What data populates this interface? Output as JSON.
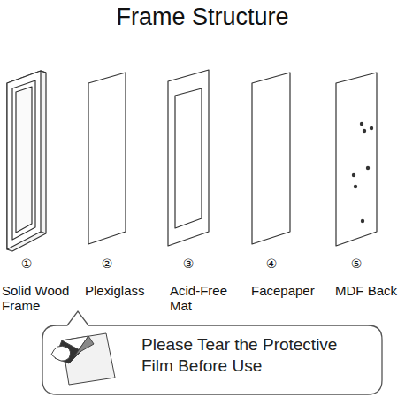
{
  "diagram": {
    "title": "Frame Structure",
    "nodes": [
      {
        "text": [
          "Please Tear the Protective Film Before Use"
        ]
      }
    ],
    "edges": [],
    "labels": [
      "①",
      "②",
      "③",
      "④",
      "⑤",
      "Solid Wood Frame",
      "Plexiglass",
      "Acid-Free Mat",
      "Facepaper",
      "MDF Back"
    ]
  }
}
